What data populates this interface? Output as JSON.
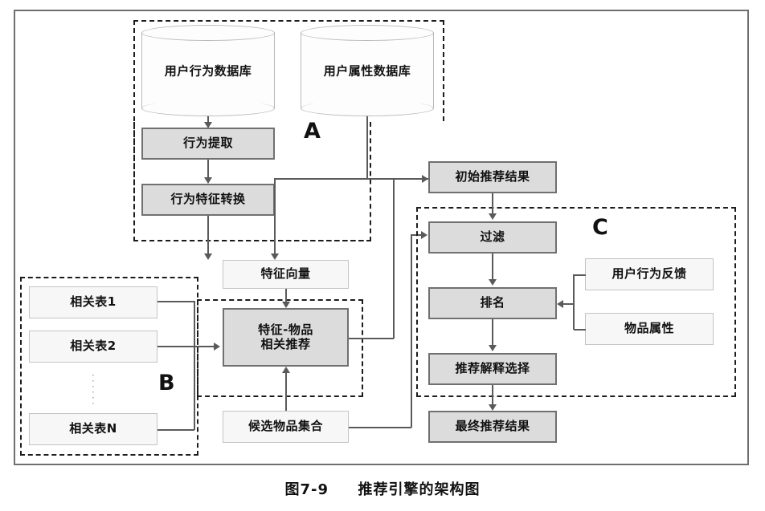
{
  "figure": {
    "caption_number": "图7-9",
    "caption_title": "推荐引擎的架构图"
  },
  "regions": [
    {
      "id": "A",
      "label": "A"
    },
    {
      "id": "B",
      "label": "B"
    },
    {
      "id": "C",
      "label": "C"
    }
  ],
  "nodes": {
    "db_behavior": "用户行为数据库",
    "db_attribute": "用户属性数据库",
    "behavior_extract": "行为提取",
    "behavior_feature_transform": "行为特征转换",
    "feature_vector": "特征向量",
    "feature_item_rec": "特征-物品\n相关推荐",
    "feature_item_rec_line1": "特征-物品",
    "feature_item_rec_line2": "相关推荐",
    "corr_table_1": "相关表1",
    "corr_table_2": "相关表2",
    "corr_table_n": "相关表N",
    "candidate_item_set": "候选物品集合",
    "initial_result": "初始推荐结果",
    "filter": "过滤",
    "ranking": "排名",
    "explanation_select": "推荐解释选择",
    "user_behavior_feedback": "用户行为反馈",
    "item_attribute": "物品属性",
    "final_result": "最终推荐结果"
  },
  "colors": {
    "fill_gray": "#dcdcdc",
    "fill_light": "#f7f7f7",
    "border_dark": "#707070",
    "border_light": "#c4c4c4",
    "dashed": "#1c1c1c",
    "connector": "#5a5a5a",
    "frame": "#6e6e6e"
  }
}
